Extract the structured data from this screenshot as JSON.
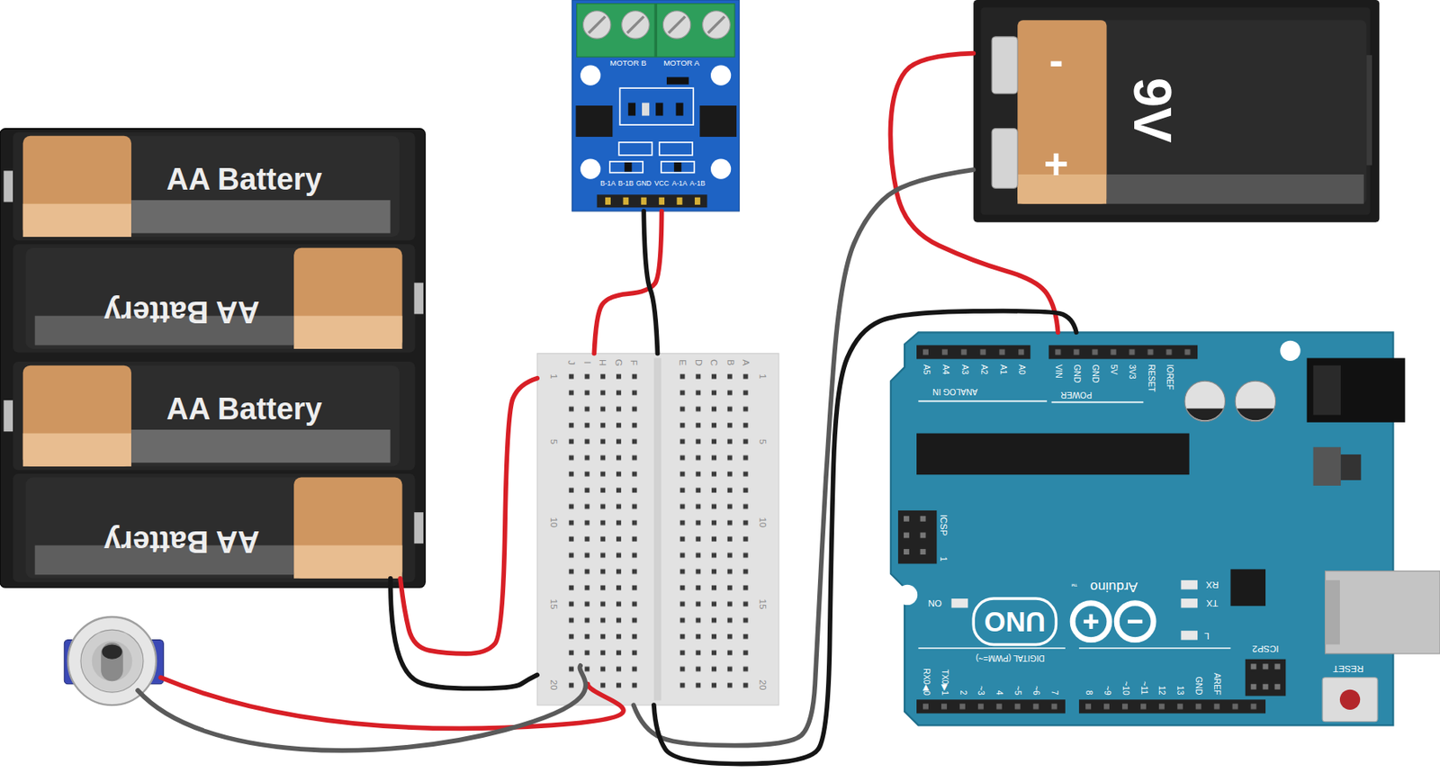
{
  "diagram": {
    "nodes": [
      {
        "text": [
          "AA Battery"
        ]
      },
      {
        "text": [
          "AA Battery"
        ]
      },
      {
        "text": [
          "AA Battery"
        ]
      },
      {
        "text": [
          "AA Battery"
        ]
      },
      {
        "text": [
          "MOTOR B",
          "MOTOR A",
          "B-1A",
          "B-1B",
          "GND",
          "VCC",
          "A-1A",
          "A-1B"
        ]
      },
      {
        "text": [
          "-",
          "+",
          "9V"
        ]
      },
      {
        "text": [
          "J",
          "I",
          "H",
          "G",
          "F",
          "E",
          "D",
          "C",
          "B",
          "A",
          "1",
          "5",
          "10",
          "15",
          "20",
          "1",
          "5",
          "10",
          "15",
          "20"
        ]
      },
      {
        "text": [
          "A5",
          "A4",
          "A3",
          "A2",
          "A1",
          "A0",
          "ANALOG IN",
          "VIN",
          "GND",
          "GND",
          "5V",
          "3V3",
          "RESET",
          "IOREF",
          "POWER",
          "ICSP",
          "1",
          "ON",
          "UNO",
          "Arduino",
          "™",
          "RX",
          "TX",
          "L",
          "ICSP2",
          "RESET",
          "RX0◀0",
          "TX0▶1",
          "2",
          "~3",
          "4",
          "~5",
          "~6",
          "7",
          "8",
          "~9",
          "~10",
          "~11",
          "12",
          "13",
          "GND",
          "AREF",
          "DIGITAL (PWM=~)"
        ]
      }
    ],
    "edges": [
      {
        "from": 3,
        "to": 6,
        "arrow": "none"
      },
      {
        "from": 3,
        "to": 6,
        "arrow": "none"
      },
      {
        "from": 4,
        "to": 6,
        "arrow": "none"
      },
      {
        "from": 4,
        "to": 6,
        "arrow": "none"
      },
      {
        "from": 5,
        "to": 7,
        "arrow": "none"
      },
      {
        "from": 5,
        "to": 6,
        "arrow": "none"
      },
      {
        "from": 7,
        "to": 6,
        "arrow": "none"
      }
    ]
  }
}
